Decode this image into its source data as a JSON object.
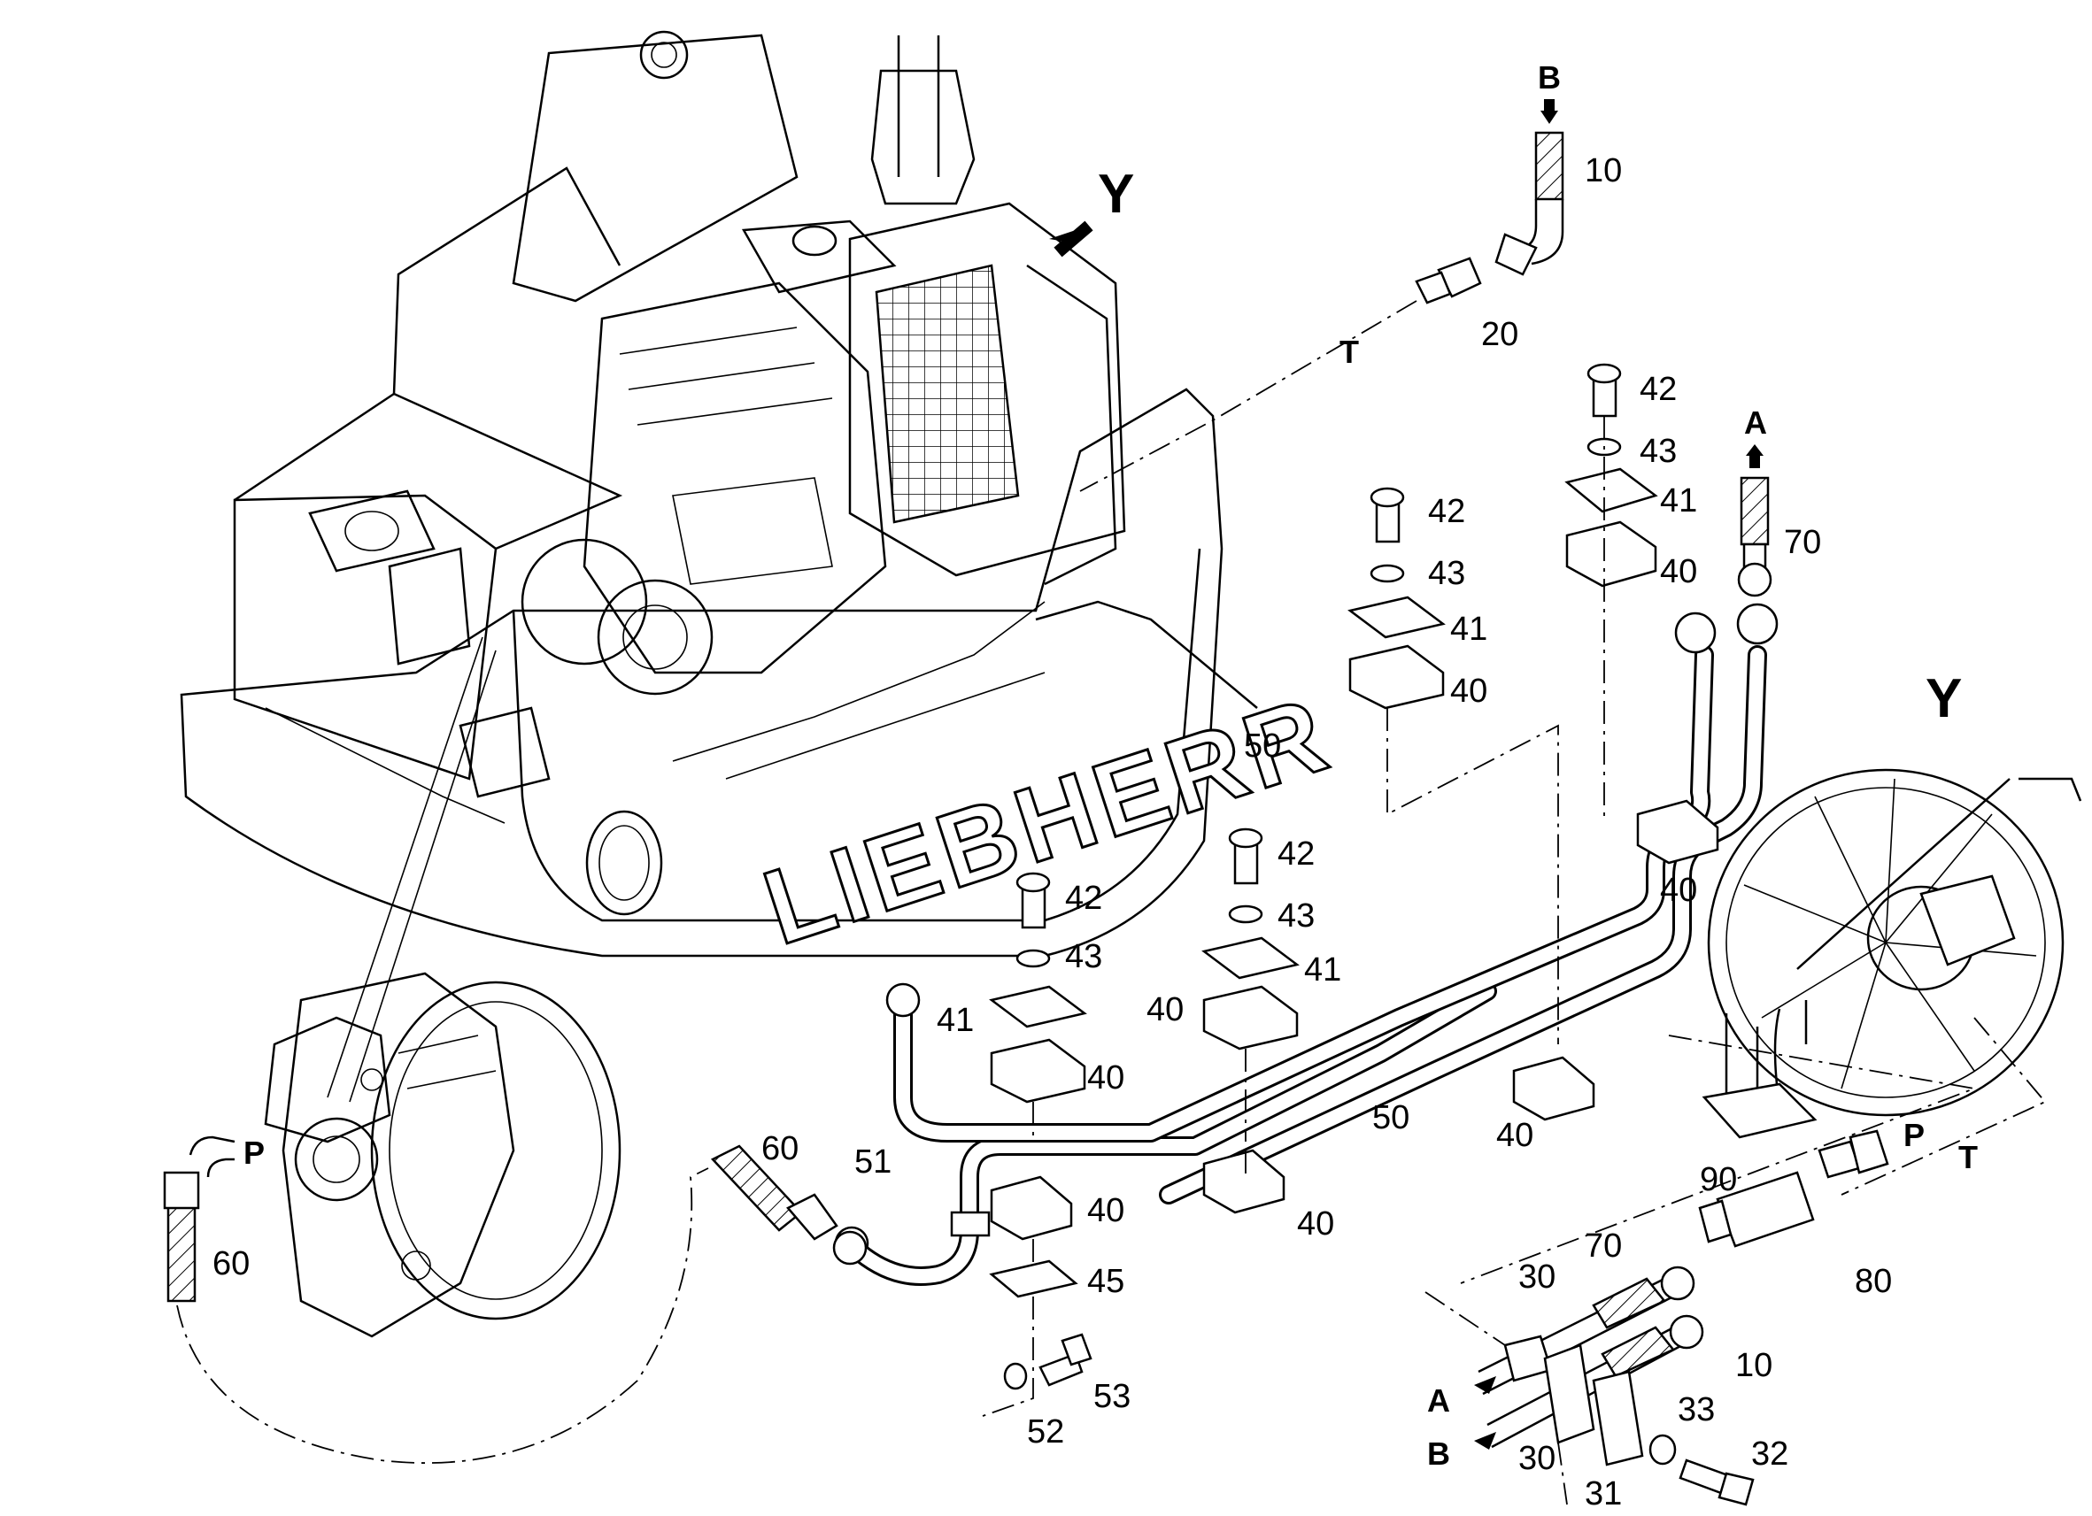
{
  "labels": {
    "c10_top": "10",
    "c20": "20",
    "c42_a": "42",
    "c43_a": "43",
    "c41_a": "41",
    "c40_a": "40",
    "c42_b": "42",
    "c43_b": "43",
    "c41_b": "41",
    "c40_b": "40",
    "c70_top": "70",
    "c50_a": "50",
    "c40_c": "40",
    "c42_c": "42",
    "c43_c": "43",
    "c41_c": "41",
    "c40_d": "40",
    "c42_d": "42",
    "c43_d": "43",
    "c41_d": "41",
    "c40_e": "40",
    "c50_b": "50",
    "c40_f": "40",
    "c40_g": "40",
    "c40_h": "40",
    "c45": "45",
    "c60_a": "60",
    "c60_b": "60",
    "c51": "51",
    "c52": "52",
    "c53": "53",
    "c90": "90",
    "c80": "80",
    "c30_a": "30",
    "c70_bot": "70",
    "c10_bot": "10",
    "c30_b": "30",
    "c31": "31",
    "c33": "33",
    "c32": "32"
  },
  "ports": {
    "b_top": "B",
    "a_top": "A",
    "t_top": "T",
    "p_left": "P",
    "p_right": "P",
    "t_right": "T",
    "a_bottom": "A",
    "b_bottom": "B"
  },
  "view_markers": {
    "y_arrow": "Y",
    "y_detail": "Y"
  },
  "brand": "LIEBHERR"
}
